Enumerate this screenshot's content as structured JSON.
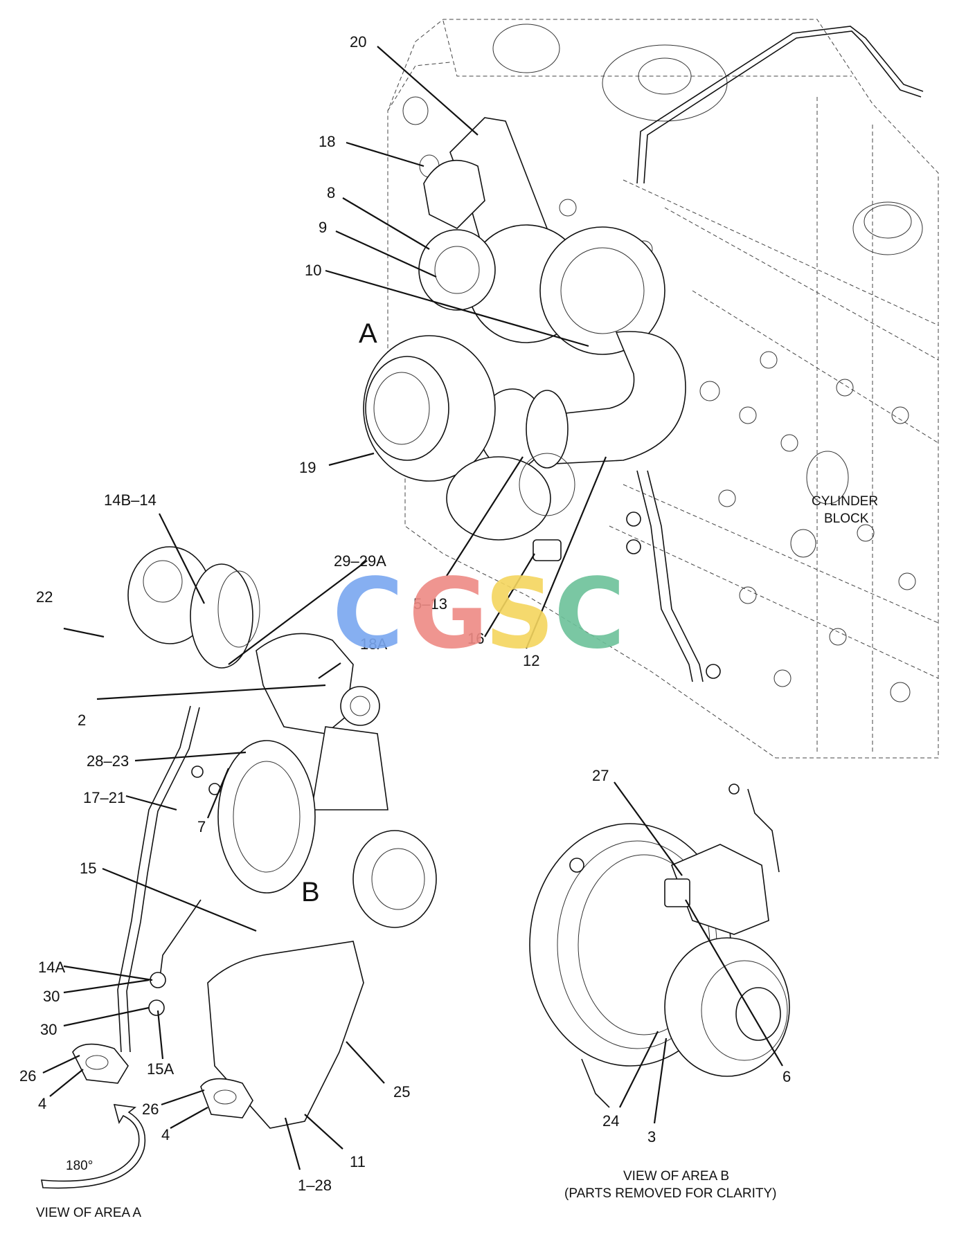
{
  "callouts": {
    "c20": "20",
    "c18": "18",
    "c8": "8",
    "c9": "9",
    "c10": "10",
    "c19": "19",
    "c14b": "14B–14",
    "c22": "22",
    "c2929a": "29–29A",
    "c18a": "18A",
    "c513": "5–13",
    "c16": "16",
    "c12": "12",
    "c2": "2",
    "c2823": "28–23",
    "c1721": "17–21",
    "c7": "7",
    "c15": "15",
    "c14a": "14A",
    "c30a": "30",
    "c30b": "30",
    "c15a": "15A",
    "c26a": "26",
    "c4a": "4",
    "c26b": "26",
    "c4b": "4",
    "c25": "25",
    "c11": "11",
    "c128": "1–28",
    "c27": "27",
    "c6": "6",
    "c24": "24",
    "c3": "3"
  },
  "view_letters": {
    "a": "A",
    "b": "B"
  },
  "labels": {
    "cylinder_block_1": "CYLINDER",
    "cylinder_block_2": "BLOCK",
    "rotation": "180°",
    "view_area_a": "VIEW OF AREA  A",
    "view_area_b_1": "VIEW OF AREA  B",
    "view_area_b_2": "(PARTS REMOVED FOR CLARITY)"
  },
  "watermark": {
    "letters": [
      "C",
      "G",
      "S",
      "C"
    ],
    "colors": [
      "#7aa7f0",
      "#ee8a84",
      "#f4d55e",
      "#6cc29a"
    ]
  }
}
